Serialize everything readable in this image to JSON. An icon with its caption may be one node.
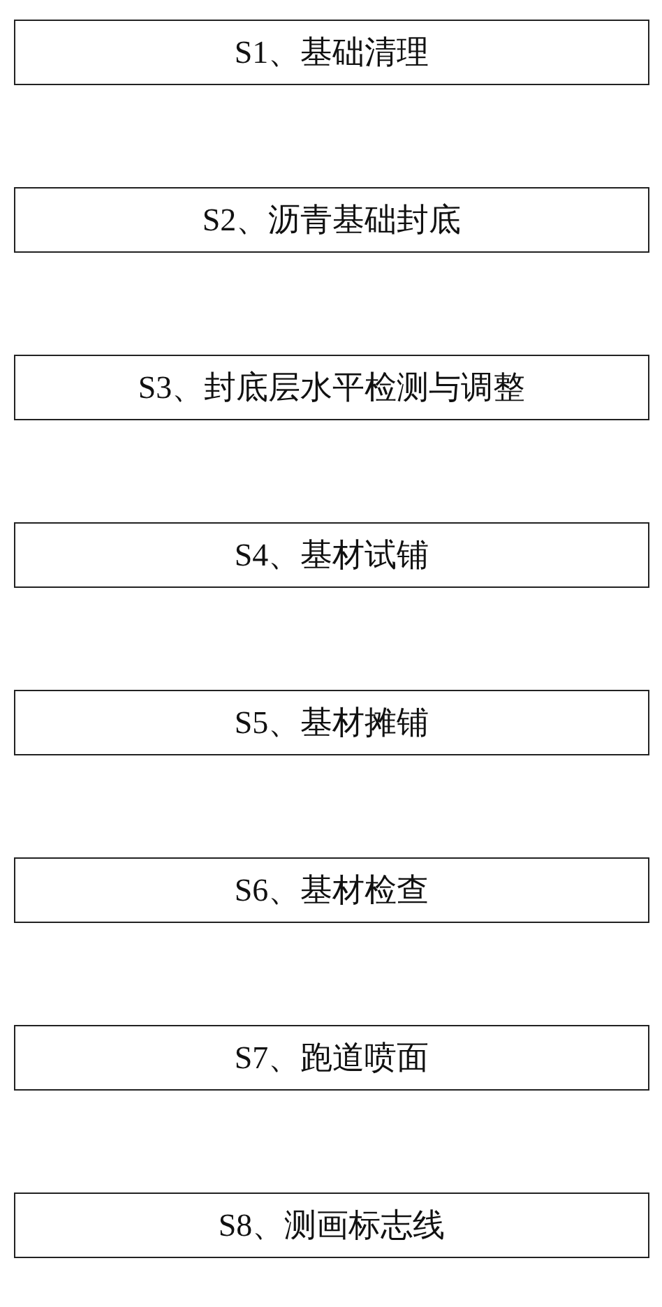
{
  "diagram": {
    "nodes": [
      {
        "text": [
          "S1、基础清理"
        ]
      },
      {
        "text": [
          "S2、沥青基础封底"
        ]
      },
      {
        "text": [
          "S3、封底层水平检测与调整"
        ]
      },
      {
        "text": [
          "S4、基材试铺"
        ]
      },
      {
        "text": [
          "S5、基材摊铺"
        ]
      },
      {
        "text": [
          "S6、基材检查"
        ]
      },
      {
        "text": [
          "S7、跑道喷面"
        ]
      },
      {
        "text": [
          "S8、测画标志线"
        ]
      }
    ]
  }
}
